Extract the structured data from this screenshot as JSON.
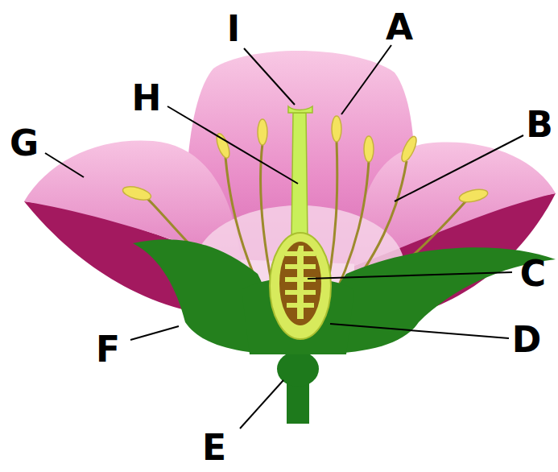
{
  "diagram": {
    "labels": [
      "I",
      "A",
      "H",
      "B",
      "G",
      "C",
      "F",
      "D",
      "E"
    ]
  }
}
